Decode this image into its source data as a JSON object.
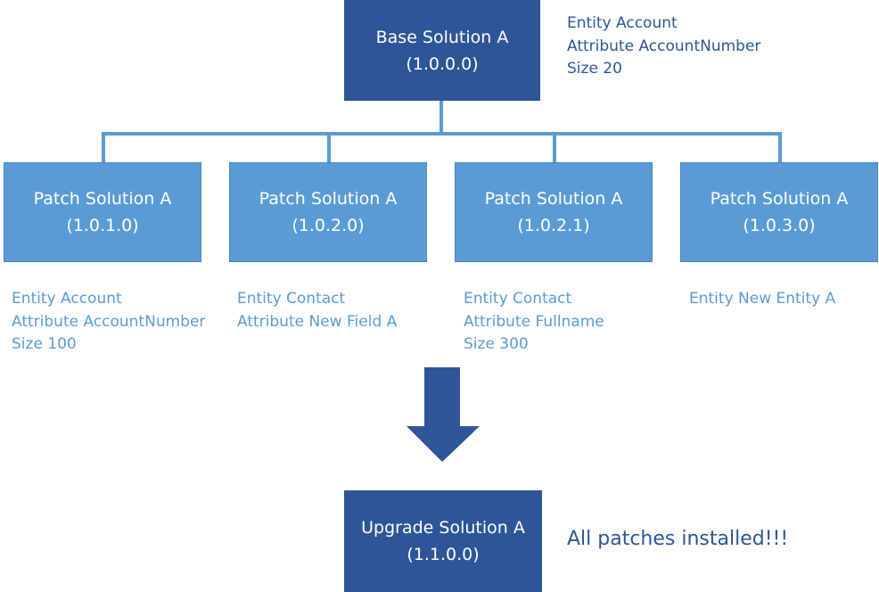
{
  "base": {
    "title": "Base Solution A",
    "version": "(1.0.0.0)"
  },
  "base_note": [
    "Entity Account",
    "Attribute  AccountNumber",
    "Size 20"
  ],
  "patches": [
    {
      "title": "Patch Solution A",
      "version": "(1.0.1.0)",
      "note": [
        "Entity Account",
        "Attribute  AccountNumber",
        "Size 100"
      ]
    },
    {
      "title": "Patch Solution A",
      "version": "(1.0.2.0)",
      "note": [
        "Entity Contact",
        "Attribute  New Field A"
      ]
    },
    {
      "title": "Patch Solution A",
      "version": "(1.0.2.1)",
      "note": [
        "Entity Contact",
        "Attribute  Fullname",
        "Size 300"
      ]
    },
    {
      "title": "Patch Solution A",
      "version": "(1.0.3.0)",
      "note": [
        "Entity New Entity A"
      ]
    }
  ],
  "upgrade": {
    "title": "Upgrade Solution A",
    "version": "(1.1.0.0)"
  },
  "upgrade_note": "All patches installed!!!",
  "colors": {
    "dark": "#2E5597",
    "light": "#5B9BD5",
    "connector": "#5B9BD5"
  }
}
